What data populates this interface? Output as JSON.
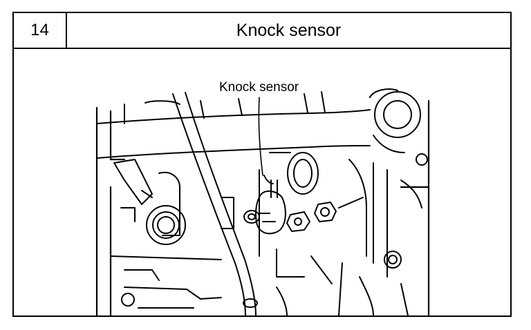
{
  "section": {
    "number": "14",
    "title": "Knock sensor"
  },
  "illustration": {
    "callout_label": "Knock sensor",
    "icon": "engine-block-line-drawing"
  }
}
